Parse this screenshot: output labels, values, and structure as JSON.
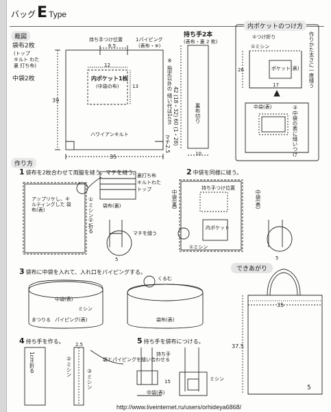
{
  "header": {
    "title_prefix": "バッグ",
    "title_letter": "E",
    "title_suffix": "Type"
  },
  "sections": {
    "cutting": "裁図",
    "howto": "作り方",
    "pocket_attach": "内ポケットのつけ方",
    "finished": "できあがり"
  },
  "left_labels": {
    "outer_fabric": "袋布2枚",
    "outer_sub1": "(トップ",
    "outer_sub2": "キルト わた",
    "outer_sub3": "裏 打ち布)",
    "inner_fabric": "中袋2枚"
  },
  "cut_diagram": {
    "handle_pos": "持ち手つけ位置",
    "dim_65": "6.5",
    "piping": "1パイピング",
    "piping_sub": "(表布・※)",
    "pocket_title": "内ポケット1枚",
    "pocket_sub": "(中袋の布)",
    "dim_12": "12",
    "dim_13": "13",
    "dim_39": "39",
    "quilt_note": "ハワイアンキルト",
    "dim_35": "35",
    "seam_note": "マチ2.5",
    "handle_title": "持ち手2本",
    "handle_sub": "(表布・裏 2 枚)",
    "handle_len": "42 (18・32) 60 (1・28)",
    "handle_fold": "裏布切り",
    "handle_w": "10",
    "handle_note": "※ 指定以外の 縫い代は1cm"
  },
  "pocket_steps": {
    "s1": "①ミシン",
    "s2": "②つけ折り",
    "pocket": "ポケット(表)",
    "dim_26": "26",
    "dim_17": "17",
    "inner": "中袋(表)",
    "s3": "③中袋の表に縫いつけ",
    "note": "作りかた太さに一度縫う"
  },
  "steps": {
    "step1": "袋布を2枚合わせて両脇を縫う。マチを縫う。",
    "step2": "中袋を同様に縫う。",
    "step3": "袋布に中袋を入れて、入れ口をパイピングする。",
    "step4": "持ち手を作る。",
    "step5": "持ち手を袋布につける。"
  },
  "step1_labels": {
    "applique": "アップリケし、キルティングした 袋布(表)",
    "backing": "裏打ち布",
    "quilt": "キルトわた",
    "top": "トップ",
    "back_label": "袋布(裏)",
    "side": "②折る",
    "sew": "①ミシン",
    "gusset": "マチを縫う",
    "dim_5": "5"
  },
  "step2_labels": {
    "handle_pos": "持ち手つけ位置",
    "inner_back": "中袋(裏)",
    "pocket": "内ポケット",
    "sew_note": "①ミシン",
    "dim_5": "5",
    "inner_face": "中袋(表)"
  },
  "step3_labels": {
    "inner": "中袋(表)",
    "bag": "袋布(表)",
    "piping": "パイピング(表)",
    "slip": "まつりる",
    "sew": "ミシン",
    "fold": "くるむ"
  },
  "step4_labels": {
    "fold": "1cm折る",
    "dim_25": "2.5",
    "sew": "②ミシン",
    "stitch": "③ミシン"
  },
  "step5_labels": {
    "piping_note": "袋とパイピングを縫い合わせる",
    "handle": "持ち手",
    "dim_15": "15",
    "inner": "中袋(表)",
    "sew": "ミシン"
  },
  "finished": {
    "dim_35": "35",
    "dim_375": "37.5"
  },
  "footer": {
    "url": "http://www.liveinternet.ru/users/orhideya6868/",
    "page": "5"
  }
}
